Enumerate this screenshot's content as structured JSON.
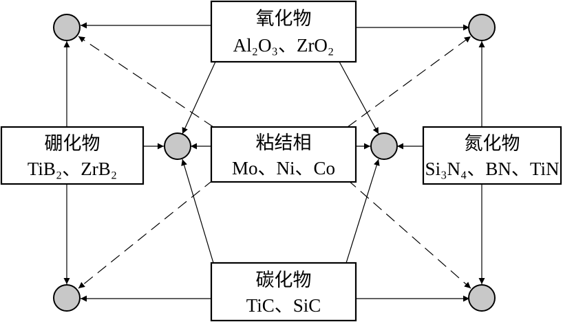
{
  "boxes": {
    "oxide": {
      "name": "氧化物",
      "formula": "Al₂O₃、ZrO₂"
    },
    "boride": {
      "name": "硼化物",
      "formula": "TiB₂、ZrB₂"
    },
    "binder": {
      "name": "粘结相",
      "formula": "Mo、Ni、Co"
    },
    "nitride": {
      "name": "氮化物",
      "formula": "Si₃N₄、BN、TiN"
    },
    "carbide": {
      "name": "碳化物",
      "formula": "TiC、SiC"
    }
  },
  "colors": {
    "node_fill": "#c8c8c8",
    "stroke": "#000000",
    "background": "#ffffff"
  }
}
